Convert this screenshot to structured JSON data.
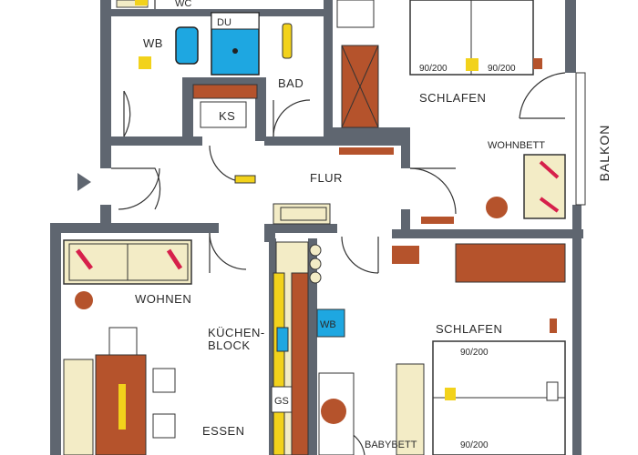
{
  "labels": {
    "wc": "WC",
    "wb_bath": "WB",
    "du": "DU",
    "bad": "BAD",
    "ks": "KS",
    "flur": "FLUR",
    "schlafen_top": "SCHLAFEN",
    "wohnbett": "WOHNBETT",
    "balkon": "BALKON",
    "wohnen": "WOHNEN",
    "kuechen": "KÜCHEN-",
    "block": "BLOCK",
    "wb_kitchen": "WB",
    "gs": "GS",
    "essen": "ESSEN",
    "schlafen_bottom": "SCHLAFEN",
    "babybett": "BABYBETT",
    "bed_size_1": "90/200",
    "bed_size_2": "90/200",
    "bed_size_3": "90/200",
    "bed_size_4": "90/200"
  },
  "colors": {
    "wall": "#5f6670",
    "wood": "#b5532c",
    "wood_dark": "#8a3c1f",
    "cream": "#f3ecc6",
    "water": "#1ea7e1",
    "lamp": "#f2d21b",
    "accent": "#d6204b"
  }
}
